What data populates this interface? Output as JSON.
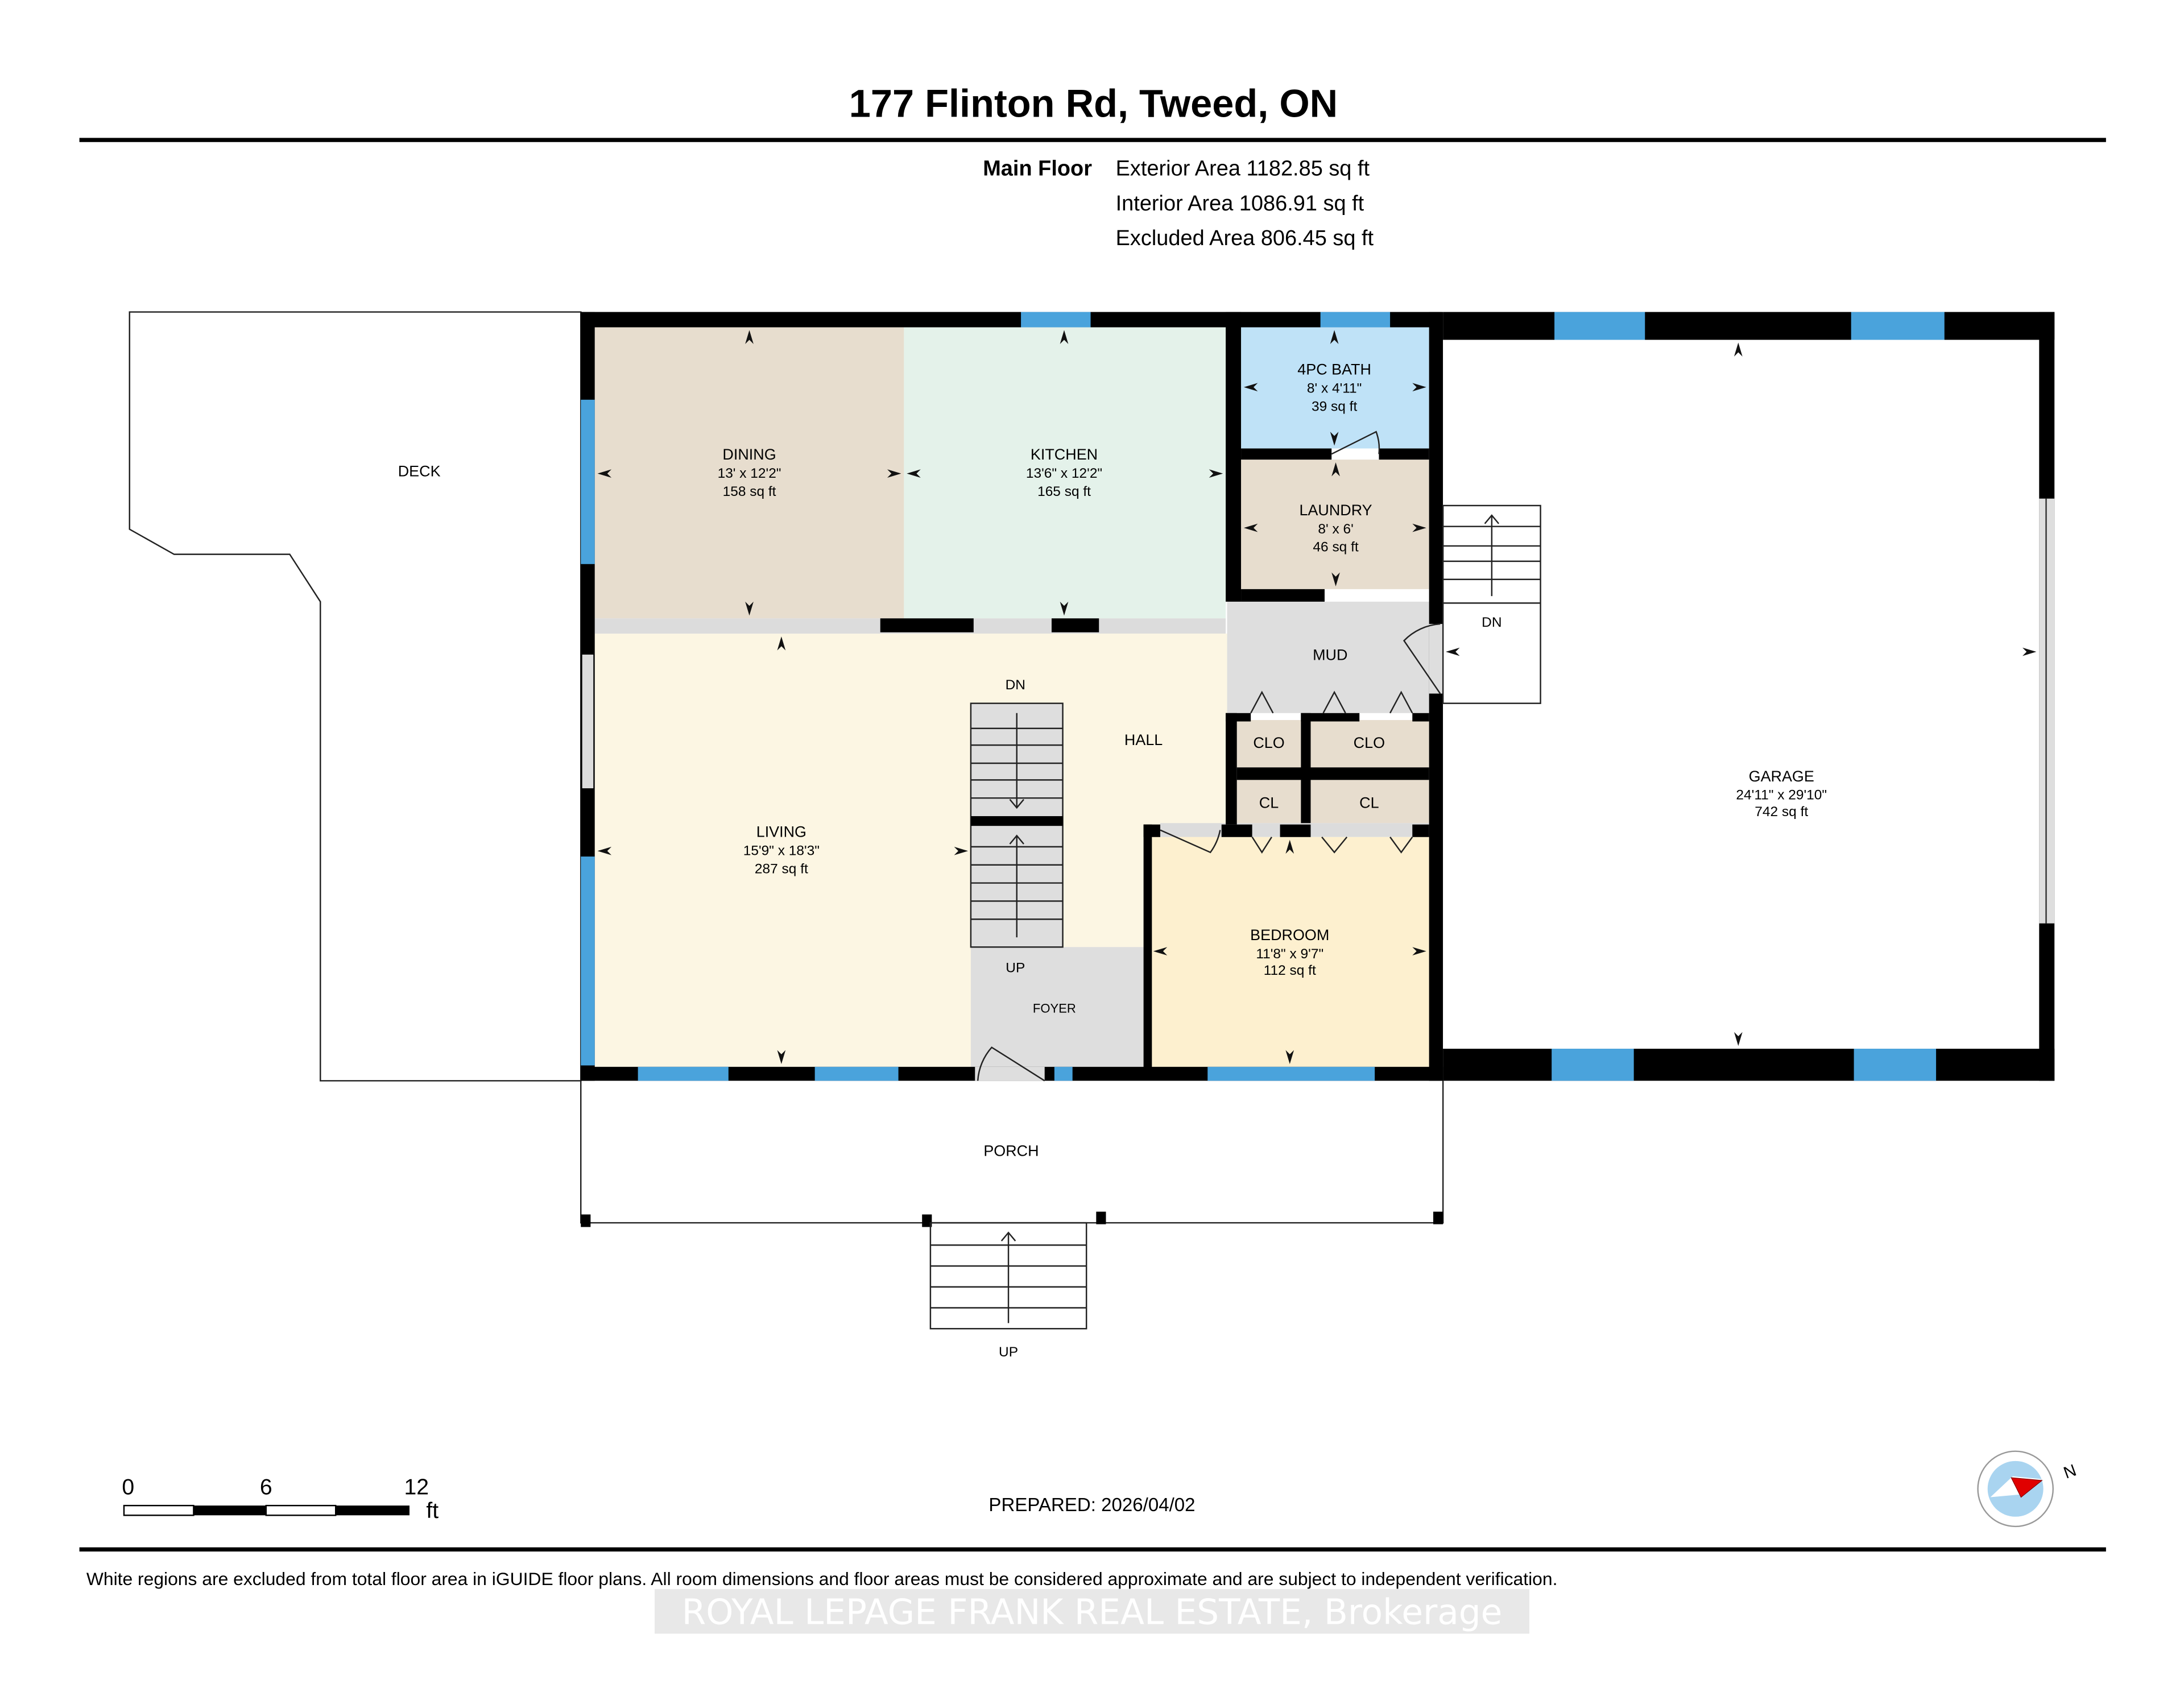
{
  "header": {
    "title": "177 Flinton Rd, Tweed, ON",
    "floor_label": "Main Floor",
    "areas": [
      "Exterior Area 1182.85 sq ft",
      "Interior Area 1086.91 sq ft",
      "Excluded Area 806.45 sq ft"
    ]
  },
  "rooms": {
    "deck": {
      "name": "DECK"
    },
    "dining": {
      "name": "DINING",
      "dims": "13' x 12'2\"",
      "area": "158 sq ft",
      "color": "#e7ddce"
    },
    "kitchen": {
      "name": "KITCHEN",
      "dims": "13'6\" x 12'2\"",
      "area": "165 sq ft",
      "color": "#e4f2ea"
    },
    "bath": {
      "name": "4PC BATH",
      "dims": "8' x 4'11\"",
      "area": "39 sq ft",
      "color": "#bfe2f7"
    },
    "laundry": {
      "name": "LAUNDRY",
      "dims": "8' x 6'",
      "area": "46 sq ft",
      "color": "#e7ddce"
    },
    "mud": {
      "name": "MUD",
      "color": "#dedede"
    },
    "living": {
      "name": "LIVING",
      "dims": "15'9\" x 18'3\"",
      "area": "287 sq ft",
      "color": "#fcf6e3"
    },
    "hall": {
      "name": "HALL"
    },
    "foyer": {
      "name": "FOYER",
      "color": "#dedede"
    },
    "clo1": {
      "name": "CLO"
    },
    "clo2": {
      "name": "CLO"
    },
    "cl1": {
      "name": "CL"
    },
    "cl2": {
      "name": "CL"
    },
    "bedroom": {
      "name": "BEDROOM",
      "dims": "11'8\" x 9'7\"",
      "area": "112 sq ft",
      "color": "#fdf0cf"
    },
    "garage": {
      "name": "GARAGE",
      "dims": "24'11\" x 29'10\"",
      "area": "742 sq ft"
    },
    "porch": {
      "name": "PORCH"
    }
  },
  "stairs": {
    "interior_down": "DN",
    "interior_up": "UP",
    "garage_down": "DN",
    "porch_up": "UP"
  },
  "scale_bar": {
    "ticks": [
      "0",
      "6",
      "12"
    ],
    "unit": "ft"
  },
  "compass": {
    "label": "N"
  },
  "prepared": "PREPARED: 2026/04/02",
  "disclaimer": "White regions are excluded from total floor area in iGUIDE floor plans. All room dimensions and floor areas must be considered approximate and are subject to independent verification.",
  "watermark": "ROYAL LEPAGE FRANK REAL ESTATE, Brokerage",
  "colors": {
    "wall": "#000000",
    "window": "#4aa3dc",
    "compass_ring": "#a9d4f0",
    "compass_arrow": "#e00000"
  }
}
